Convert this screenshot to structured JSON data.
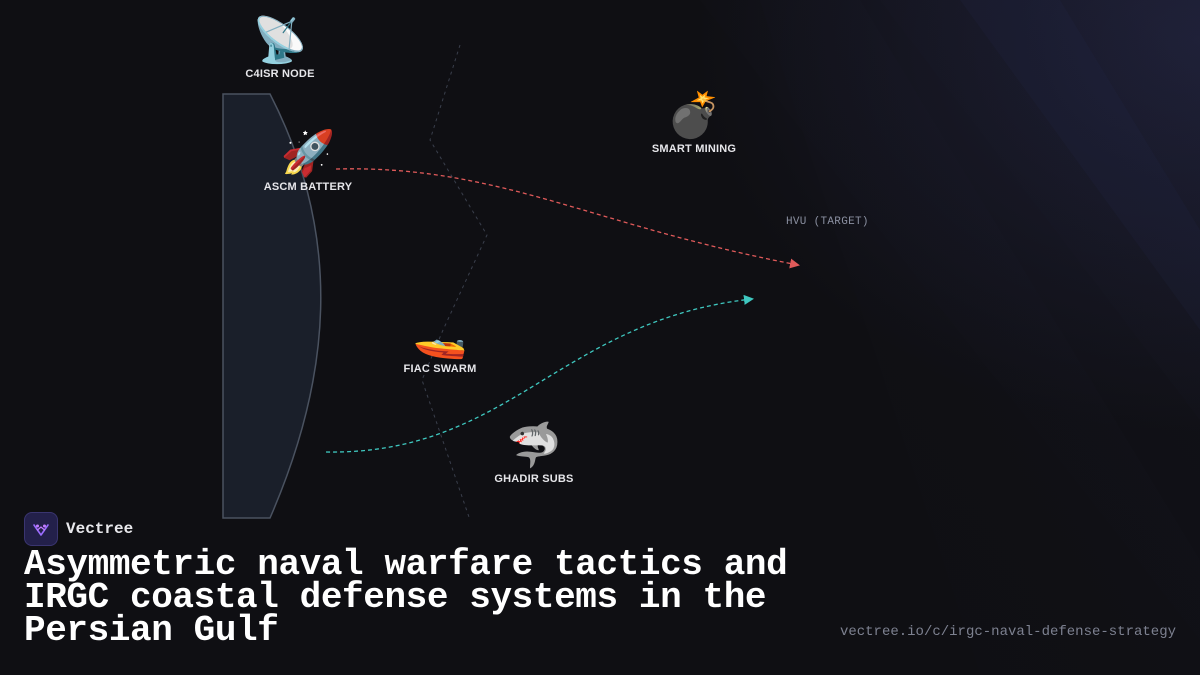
{
  "diagram": {
    "nodes": [
      {
        "id": "c4isr",
        "label": "C4ISR NODE",
        "icon": "satellite-dish-icon",
        "glyph": "📡"
      },
      {
        "id": "ascm",
        "label": "ASCM BATTERY",
        "icon": "rocket-icon",
        "glyph": "🚀"
      },
      {
        "id": "mining",
        "label": "SMART MINING",
        "icon": "bomb-icon",
        "glyph": "💣"
      },
      {
        "id": "fiac",
        "label": "FIAC SWARM",
        "icon": "speedboat-icon",
        "glyph": "🚤"
      },
      {
        "id": "ghadir",
        "label": "GHADIR SUBS",
        "icon": "shark-icon",
        "glyph": "🦈"
      }
    ],
    "target_label": "HVU (TARGET)",
    "edges": [
      {
        "from": "ascm",
        "to": "hvu",
        "style": "dashed",
        "color": "#e05a5a"
      },
      {
        "from": "ghadir",
        "to": "hvu",
        "style": "dashed",
        "color": "#3fc8c0"
      }
    ],
    "colors": {
      "missile_path": "#e05a5a",
      "sub_path": "#3fc8c0",
      "coast_fill": "#1a1f2a",
      "coast_stroke": "#4a5260",
      "background": "#0f0f13"
    }
  },
  "brand": {
    "name": "Vectree",
    "logo_icon": "vectree-logo-icon"
  },
  "title": "Asymmetric naval warfare tactics and IRGC coastal defense systems in the Persian Gulf",
  "url": "vectree.io/c/irgc-naval-defense-strategy"
}
